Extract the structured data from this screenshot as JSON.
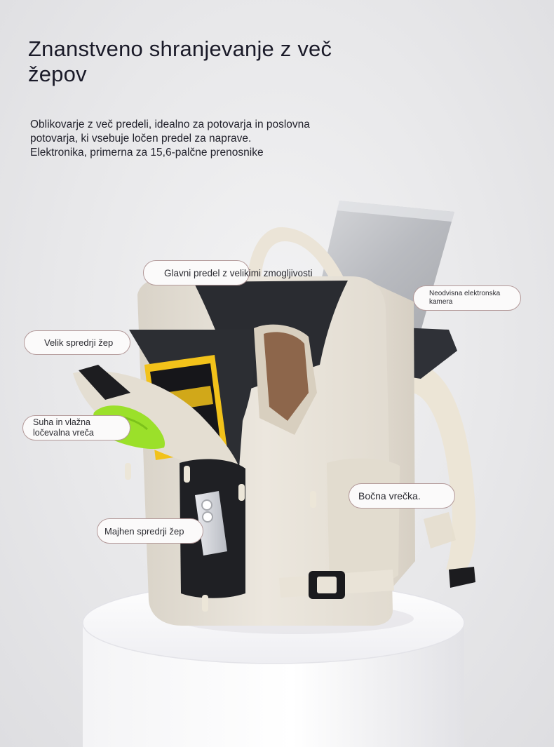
{
  "heading": {
    "line1": "Znanstveno shranjevanje z več",
    "line2": "žepov"
  },
  "description": {
    "line1": "Oblikovarje z več predeli, idealno za potovarja in poslovna",
    "line2": "potovarja, ki vsebuje ločen predel za naprave.",
    "line3": "Elektronika, primerna za 15,6-palčne prenosnike"
  },
  "callouts": {
    "main_compartment": "Glavni predel z velikimi zmogljivosti",
    "electronics_line1": "Neodvisna elektronska",
    "electronics_line2": "kamera",
    "front_pocket": "Velik spredrji žep",
    "dry_wet_line1": "Suha in vlažna",
    "dry_wet_line2": "ločevalna vreča",
    "side_pocket": "Bočna vrečka.",
    "small_front_pocket": "Majhen spredrji žep"
  },
  "colors": {
    "background": "#e9e9eb",
    "bag_body": "#e6e0d6",
    "callout_border": "#b39999",
    "bag_lining": "#2e3138",
    "accent_green": "#9be02a",
    "book_yellow": "#f2c21a"
  }
}
